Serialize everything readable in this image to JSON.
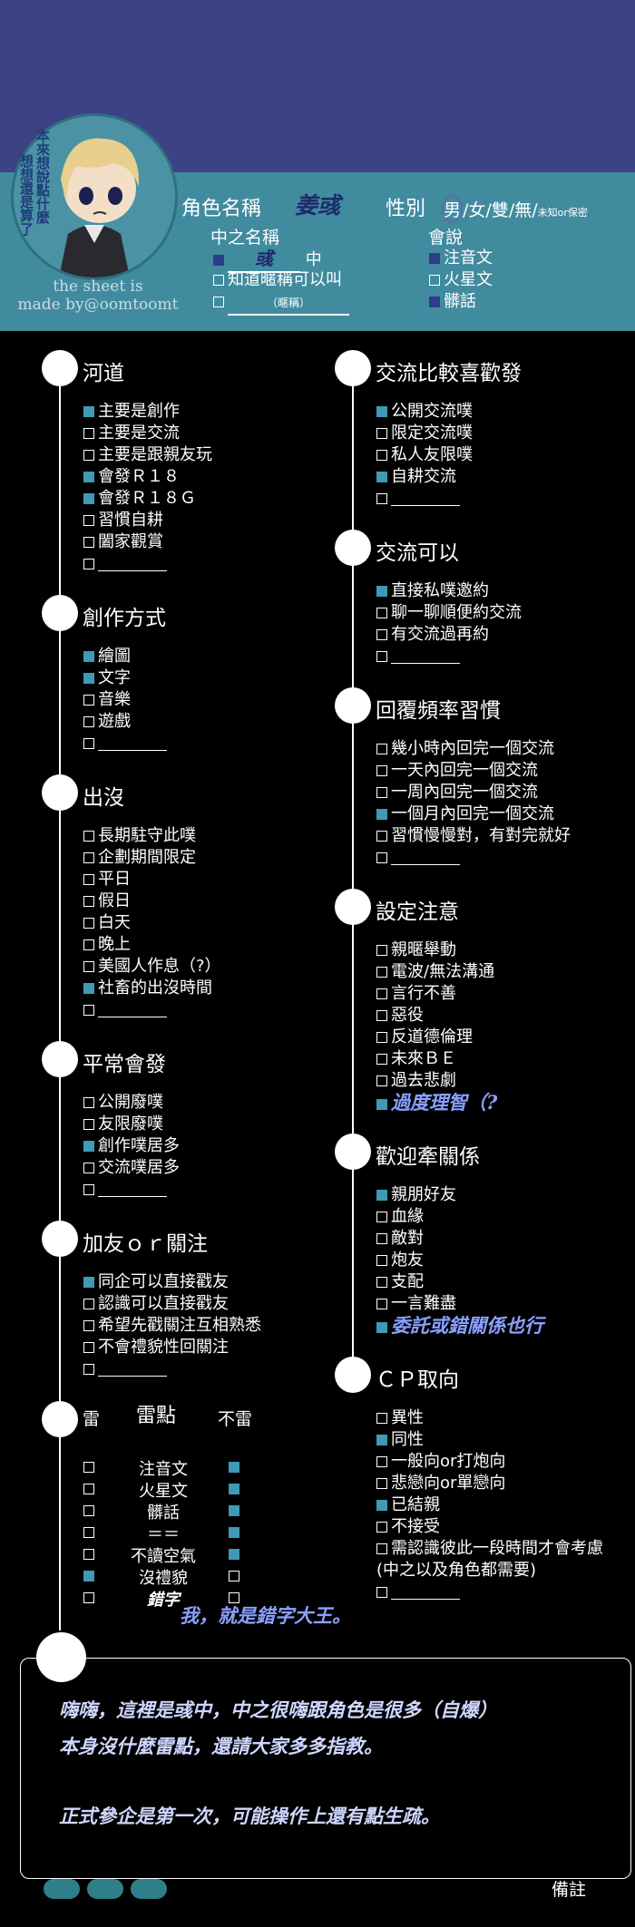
{
  "header": {
    "vertical_text_1": "本來想說點什麼",
    "vertical_text_2": "想想還是算了",
    "credit_line1": "the sheet is",
    "credit_line2": "made by@oomtoomt",
    "char_name_label": "角色名稱",
    "char_name_value": "姜彧",
    "gender_label": "性別",
    "gender_options": [
      "男",
      "/女/雙/無/",
      "未知or保密"
    ],
    "zhongzhi_label": "中之名稱",
    "zhongzhi_value": "彧",
    "zhongzhi_suffix": "中",
    "zhongzhi_opt2": "知道暱稱可以叫",
    "zhongzhi_opt3_hint": "（暱稱）",
    "lang_label": "會說",
    "lang_options": [
      "注音文",
      "火星文",
      "髒話"
    ]
  },
  "sections_left": [
    {
      "title": "河道",
      "items": [
        {
          "label": "主要是創作",
          "checked": true
        },
        {
          "label": "主要是交流",
          "checked": false
        },
        {
          "label": "主要是跟親友玩",
          "checked": false
        },
        {
          "label": "會發Ｒ１８",
          "checked": true
        },
        {
          "label": "會發Ｒ１８Ｇ",
          "checked": true
        },
        {
          "label": "習慣自耕",
          "checked": false
        },
        {
          "label": "闔家觀賞",
          "checked": false
        },
        {
          "label": "",
          "checked": false
        }
      ]
    },
    {
      "title": "創作方式",
      "items": [
        {
          "label": "繪圖",
          "checked": true
        },
        {
          "label": "文字",
          "checked": true
        },
        {
          "label": "音樂",
          "checked": false
        },
        {
          "label": "遊戲",
          "checked": false
        },
        {
          "label": "",
          "checked": false
        }
      ]
    },
    {
      "title": "出沒",
      "items": [
        {
          "label": "長期駐守此噗",
          "checked": false
        },
        {
          "label": "企劃期間限定",
          "checked": false
        },
        {
          "label": "平日",
          "checked": false
        },
        {
          "label": "假日",
          "checked": false
        },
        {
          "label": "白天",
          "checked": false
        },
        {
          "label": "晚上",
          "checked": false
        },
        {
          "label": "美國人作息（?）",
          "checked": false
        },
        {
          "label": "社畜的出沒時間",
          "checked": true
        },
        {
          "label": "",
          "checked": false
        }
      ]
    },
    {
      "title": "平常會發",
      "items": [
        {
          "label": "公開廢噗",
          "checked": false
        },
        {
          "label": "友限廢噗",
          "checked": false
        },
        {
          "label": "創作噗居多",
          "checked": true
        },
        {
          "label": "交流噗居多",
          "checked": false
        },
        {
          "label": "",
          "checked": false
        }
      ]
    },
    {
      "title": "加友ｏｒ關注",
      "items": [
        {
          "label": "同企可以直接戳友",
          "checked": true
        },
        {
          "label": "認識可以直接戳友",
          "checked": false
        },
        {
          "label": "希望先戳關注互相熟悉",
          "checked": false
        },
        {
          "label": "不會禮貌性回關注",
          "checked": false
        },
        {
          "label": "",
          "checked": false
        }
      ]
    }
  ],
  "thunder": {
    "col1": "雷",
    "col2": "雷點",
    "col3": "不雷",
    "rows": [
      {
        "label": "注音文",
        "thunder": false,
        "ok": true
      },
      {
        "label": "火星文",
        "thunder": false,
        "ok": true
      },
      {
        "label": "髒話",
        "thunder": false,
        "ok": true
      },
      {
        "label": "＝＝",
        "thunder": false,
        "ok": true
      },
      {
        "label": "不讀空氣",
        "thunder": false,
        "ok": true
      },
      {
        "label": "沒禮貌",
        "thunder": true,
        "ok": false
      },
      {
        "label": "錯字",
        "thunder": false,
        "ok": false
      }
    ],
    "note": "我，就是錯字大王。"
  },
  "sections_right": [
    {
      "title": "交流比較喜歡發",
      "items": [
        {
          "label": "公開交流噗",
          "checked": true
        },
        {
          "label": "限定交流噗",
          "checked": false
        },
        {
          "label": "私人友限噗",
          "checked": false
        },
        {
          "label": "自耕交流",
          "checked": true
        },
        {
          "label": "",
          "checked": false
        }
      ]
    },
    {
      "title": "交流可以",
      "items": [
        {
          "label": "直接私噗邀約",
          "checked": true
        },
        {
          "label": "聊一聊順便約交流",
          "checked": false
        },
        {
          "label": "有交流過再約",
          "checked": false
        },
        {
          "label": "",
          "checked": false
        }
      ]
    },
    {
      "title": "回覆頻率習慣",
      "items": [
        {
          "label": "幾小時內回完一個交流",
          "checked": false
        },
        {
          "label": "一天內回完一個交流",
          "checked": false
        },
        {
          "label": "一周內回完一個交流",
          "checked": false
        },
        {
          "label": "一個月內回完一個交流",
          "checked": true
        },
        {
          "label": "習慣慢慢對，有對完就好",
          "checked": false
        },
        {
          "label": "",
          "checked": false
        }
      ]
    },
    {
      "title": "設定注意",
      "items": [
        {
          "label": "親暱舉動",
          "checked": false
        },
        {
          "label": "電波/無法溝通",
          "checked": false
        },
        {
          "label": "言行不善",
          "checked": false
        },
        {
          "label": "惡役",
          "checked": false
        },
        {
          "label": "反道德倫理",
          "checked": false
        },
        {
          "label": "未來ＢＥ",
          "checked": false
        },
        {
          "label": "過去悲劇",
          "checked": false
        },
        {
          "label": "過度理智（?",
          "checked": true,
          "handwritten": true
        }
      ]
    },
    {
      "title": "歡迎牽關係",
      "items": [
        {
          "label": "親朋好友",
          "checked": true
        },
        {
          "label": "血緣",
          "checked": false
        },
        {
          "label": "敵對",
          "checked": false
        },
        {
          "label": "炮友",
          "checked": false
        },
        {
          "label": "支配",
          "checked": false
        },
        {
          "label": "一言難盡",
          "checked": false
        },
        {
          "label": "委託或錯關係也行",
          "checked": true,
          "handwritten": true
        }
      ]
    },
    {
      "title": "ＣＰ取向",
      "items": [
        {
          "label": "異性",
          "checked": false
        },
        {
          "label": "同性",
          "checked": true
        },
        {
          "label": "一般向or打炮向",
          "checked": false
        },
        {
          "label": "悲戀向or單戀向",
          "checked": false
        },
        {
          "label": "已結親",
          "checked": true
        },
        {
          "label": "不接受",
          "checked": false
        },
        {
          "label": "需認識彼此一段時間才會考慮",
          "checked": false
        },
        {
          "label": "(中之以及角色都需要)",
          "checked": false,
          "nobox": true
        },
        {
          "label": "",
          "checked": false
        }
      ]
    }
  ],
  "memo": {
    "line1": "嗨嗨，這裡是彧中，中之很嗨跟角色是很多（自爆）",
    "line2": "本身沒什麼雷點，還請大家多多指教。",
    "line3": "正式參企是第一次，可能操作上還有點生疏。",
    "label": "備註"
  },
  "colors": {
    "top": "#3c4283",
    "teal": "#418b9f",
    "checked": "#3e9bb3"
  }
}
